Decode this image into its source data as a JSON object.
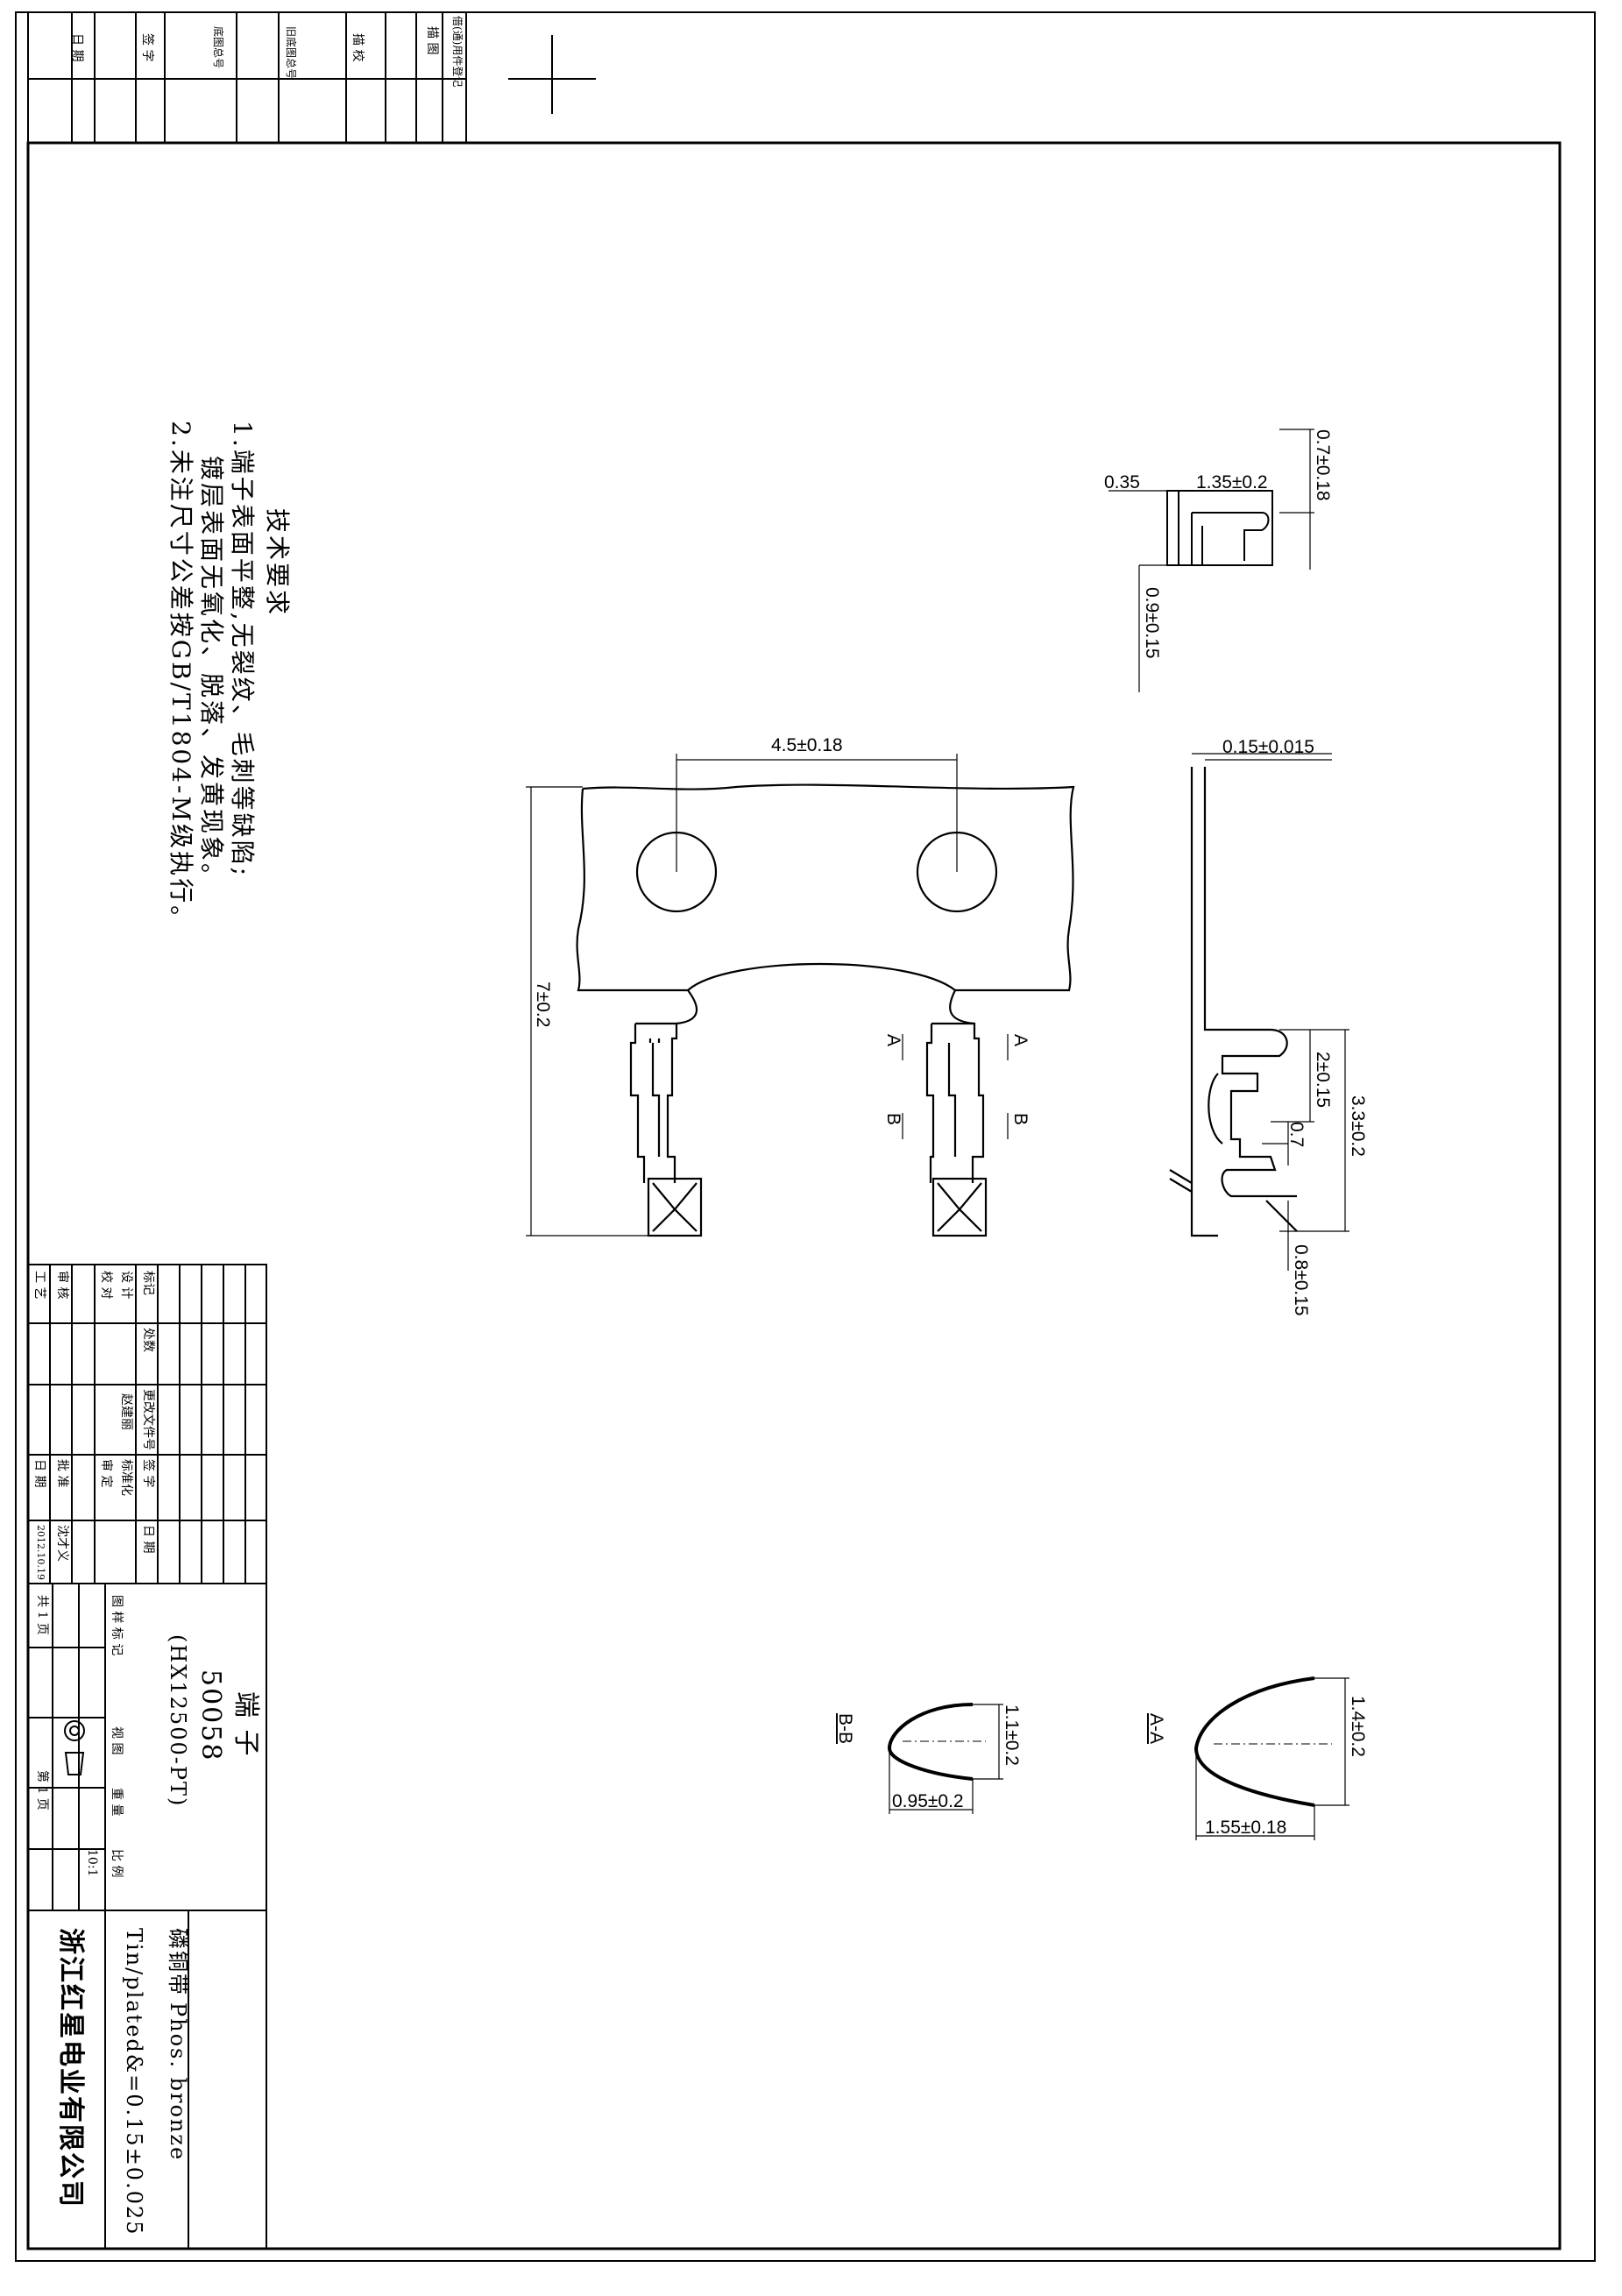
{
  "drawing": {
    "part_name": "端 子",
    "part_number": "50058",
    "drawing_code": "(HX12500-PT)",
    "material_cn": "磷铜带",
    "material_en": "Phos. bronze",
    "plating": "Tin/plated&=0.15±0.025",
    "company": "浙江红星电业有限公司",
    "scale_label": "比 例",
    "scale": "10:1",
    "date": "2012.10.19",
    "designer": "赵建丽",
    "approver": "沈才义",
    "sheets_total": "共 1 页",
    "sheet_current": "第 1 页"
  },
  "notes": {
    "title": "技术要求",
    "line1": "1.端子表面平整,无裂纹、毛刺等缺陷;",
    "line1b": "镀层表面无氧化、脱落、发黄现象。",
    "line2": "2.未注尺寸公差按GB/T1804-M级执行。"
  },
  "title_block": {
    "r1": "标记",
    "r1b": "处数",
    "r1c": "更改文件号",
    "r1d": "签 字",
    "r1e": "日 期",
    "r2": "设 计",
    "r2c": "标准化",
    "r3": "校 对",
    "r3c": "审 定",
    "r4": "审 核",
    "r4c": "批 准",
    "r5": "工 艺",
    "r5c": "日 期",
    "weight": "重 量",
    "marker": "图 样 标 记",
    "view": "视 图"
  },
  "side_block": {
    "c1": "借(通)用件登记",
    "c1b": "描 图",
    "c2": "描 校",
    "c3": "旧底图总号",
    "c4": "底图总号",
    "c5": "签 字",
    "c6": "日 期"
  },
  "dimensions": {
    "d1": "0.35",
    "d2": "1.35±0.2",
    "d3": "0.7±0.18",
    "d4": "0.9±0.15",
    "d5": "4.5±0.18",
    "d6": "0.15±0.015",
    "d7": "7±0.2",
    "d8": "2±0.15",
    "d9": "3.3±0.2",
    "d10": "0.7",
    "d11": "0.8±0.15",
    "d12": "1.1±0.2",
    "d13": "0.95±0.2",
    "d14": "1.4±0.2",
    "d15": "1.55±0.18"
  },
  "section_labels": {
    "a": "A",
    "b": "B",
    "bb": "B-B",
    "aa": "A-A"
  }
}
